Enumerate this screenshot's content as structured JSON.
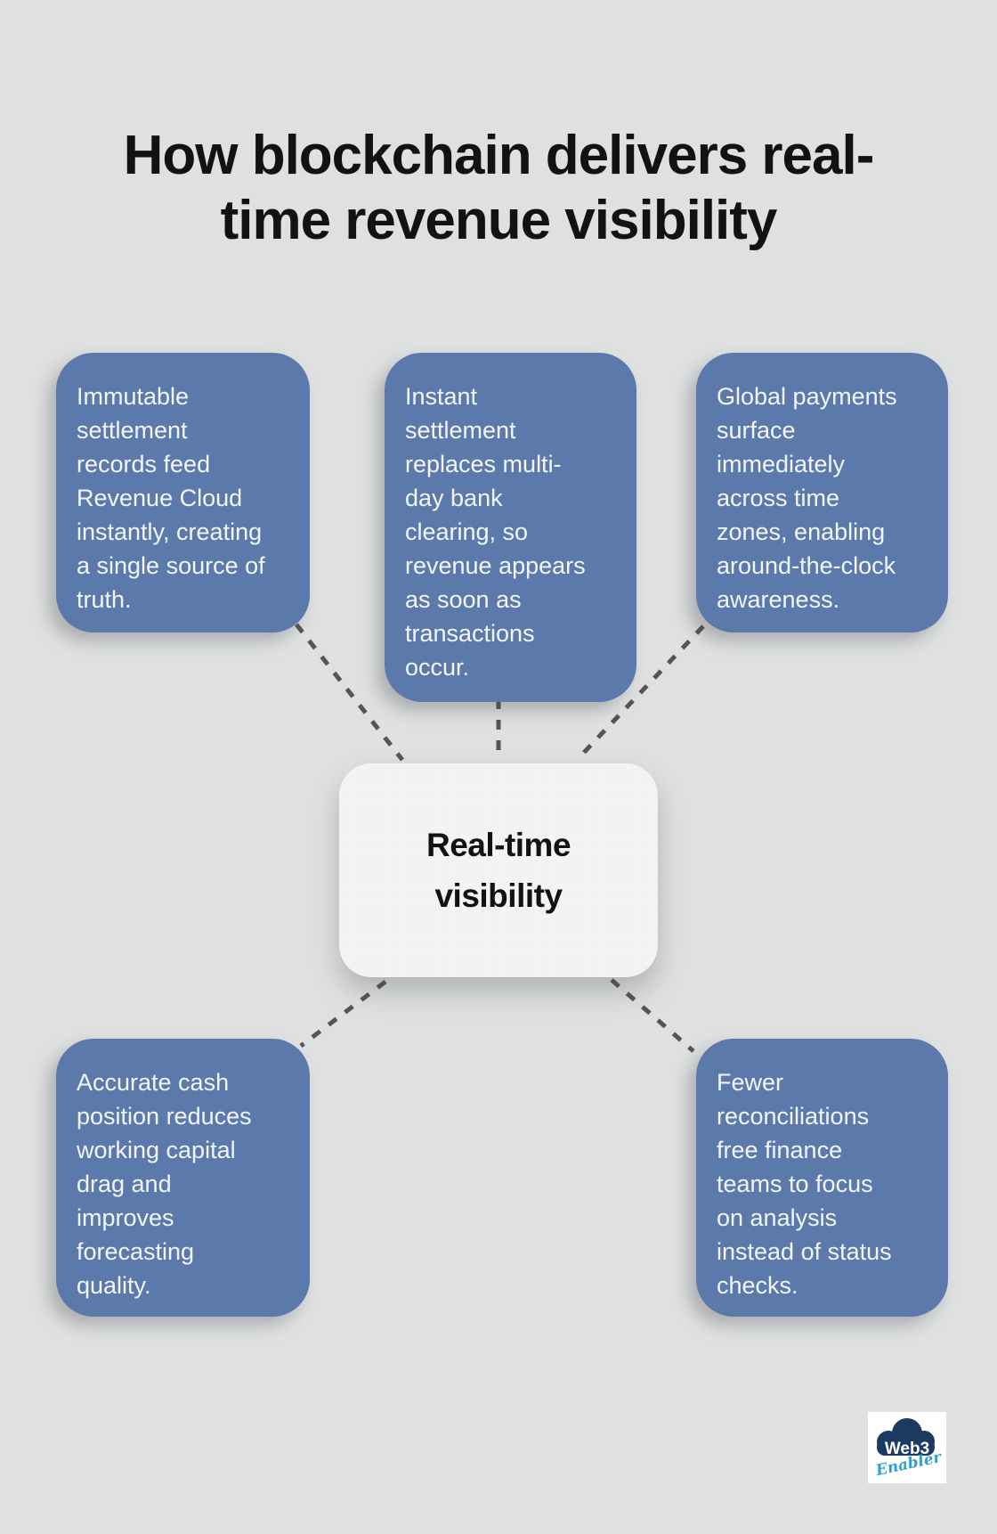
{
  "title": "How blockchain delivers real-\ntime revenue visibility",
  "center_node": {
    "label": "Real-time\nvisibility"
  },
  "benefit_nodes": [
    {
      "id": "immutable-records",
      "text": "Immutable\nsettlement\nrecords feed\nRevenue Cloud\ninstantly, creating\na single source of\ntruth."
    },
    {
      "id": "instant-settlement",
      "text": "Instant\nsettlement\nreplaces multi-\nday bank\nclearing, so\nrevenue appears\nas soon as\ntransactions\noccur."
    },
    {
      "id": "global-payments",
      "text": "Global payments\nsurface\nimmediately\nacross time\nzones, enabling\naround-the-clock\nawareness."
    },
    {
      "id": "cash-position",
      "text": "Accurate cash\nposition reduces\nworking capital\ndrag and\nimproves\nforecasting\nquality."
    },
    {
      "id": "fewer-reconciliations",
      "text": "Fewer\nreconciliations\nfree finance\nteams to focus\non analysis\ninstead of status\nchecks."
    }
  ],
  "logo": {
    "brand": "Web3",
    "tagline": "Enabler"
  },
  "colors": {
    "background": "#dfe1e1",
    "node_fill": "#5c79ab",
    "node_text": "#f2f6fa",
    "center_fill": "#f2f3f4",
    "title_text": "#121212",
    "connector": "#555555",
    "logo_navy": "#1c3b60",
    "logo_light_blue": "#2f9ed2"
  }
}
